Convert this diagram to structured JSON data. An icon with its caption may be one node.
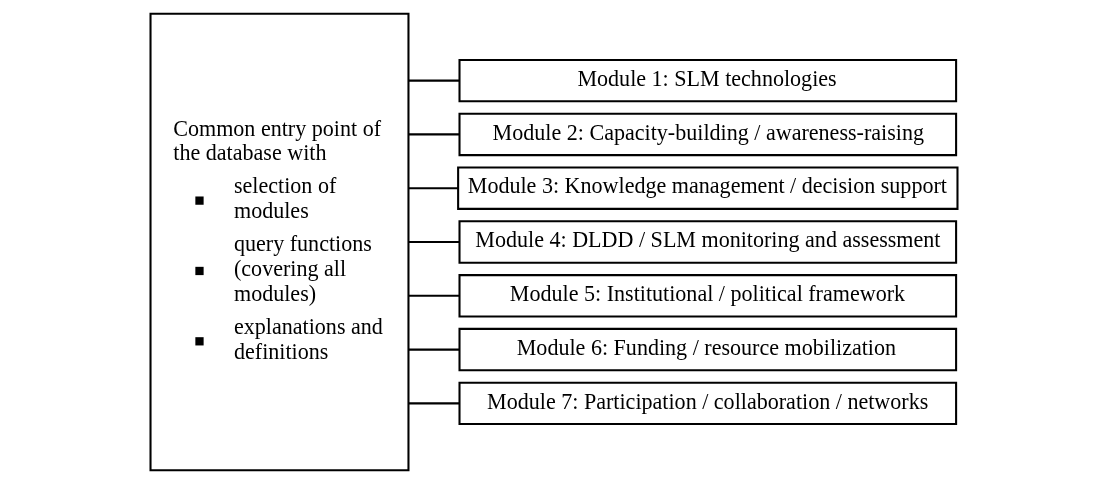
{
  "diagram": {
    "nodes": [
      {
        "text": [
          "Common entry point of the database with",
          "selection of modules",
          "query functions (covering all modules)",
          "explanations and definitions"
        ]
      },
      {
        "text": [
          "Module 1: SLM technologies"
        ]
      },
      {
        "text": [
          "Module 2: Capacity-building / awareness-raising"
        ]
      },
      {
        "text": [
          "Module 3: Knowledge management / decision support"
        ]
      },
      {
        "text": [
          "Module 4: DLDD / SLM monitoring and assessment"
        ]
      },
      {
        "text": [
          "Module 5: Institutional / political framework"
        ]
      },
      {
        "text": [
          "Module 6: Funding / resource mobilization"
        ]
      },
      {
        "text": [
          "Module 7: Participation / collaboration / networks"
        ]
      }
    ],
    "edges": [
      {
        "from": 0,
        "to": 1,
        "arrow": "none"
      },
      {
        "from": 0,
        "to": 2,
        "arrow": "none"
      },
      {
        "from": 0,
        "to": 3,
        "arrow": "none"
      },
      {
        "from": 0,
        "to": 4,
        "arrow": "none"
      },
      {
        "from": 0,
        "to": 5,
        "arrow": "none"
      },
      {
        "from": 0,
        "to": 6,
        "arrow": "none"
      },
      {
        "from": 0,
        "to": 7,
        "arrow": "none"
      }
    ]
  }
}
